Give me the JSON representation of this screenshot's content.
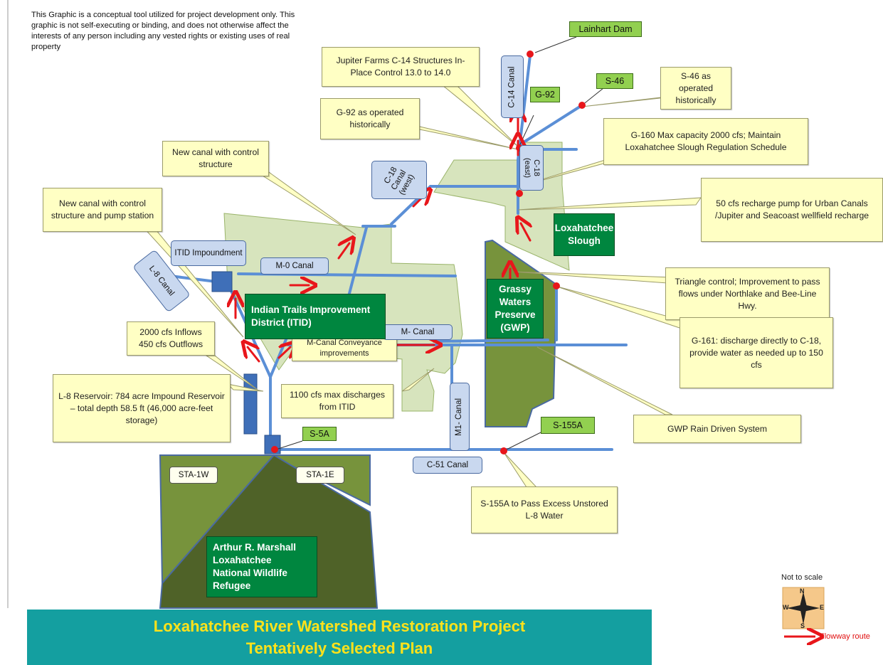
{
  "disclaimer": "This Graphic is a conceptual tool utilized for project development only. This graphic is not self-executing or binding, and does not otherwise affect the interests of any person including any vested rights or existing uses of real property",
  "callouts": {
    "jupiter_farms": "Jupiter Farms C-14 Structures In-Place Control 13.0 to 14.0",
    "s46_hist": "S-46 as operated historically",
    "g92_hist": "G-92 as operated historically",
    "g160": "G-160 Max capacity 2000 cfs; Maintain Loxahatchee Slough Regulation Schedule",
    "new_canal_cs": "New canal with control structure",
    "new_canal_pump": "New canal with control structure and pump station",
    "recharge_pump": "50 cfs recharge pump for Urban Canals /Jupiter and Seacoast wellfield recharge",
    "triangle": "Triangle control; Improvement to pass flows under Northlake and Bee-Line Hwy.",
    "g161": "G-161: discharge directly to C-18, provide water as needed up to 150 cfs",
    "inflows": "2000 cfs Inflows 450 cfs Outflows",
    "mcanal_conv": "M-Canal Conveyance improvements",
    "max_discharge": "1100 cfs max discharges from ITID",
    "l8_reservoir": "L-8 Reservoir: 784 acre Impound Reservoir – total depth 58.5 ft (46,000 acre-feet storage)",
    "gwp_rain": "GWP Rain Driven System",
    "s155a_pass": "S-155A to Pass Excess Unstored L-8 Water"
  },
  "structures": {
    "lainhart": "Lainhart Dam",
    "s46": "S-46",
    "g92": "G-92",
    "s5a": "S-5A",
    "s155a": "S-155A"
  },
  "canals": {
    "c14": "C-14 Canal",
    "c18_west": "C-18 Canal (west)",
    "c18_east_a": "C-18",
    "c18_east_b": "(east)",
    "itid_impound": "ITID Impoundment",
    "m0": "M-0 Canal",
    "l8": "L-8 Canal",
    "m": "M- Canal",
    "m1": "M1- Canal",
    "c51": "C-51 Canal"
  },
  "areas": {
    "slough": "Loxahatchee Slough",
    "itid": "Indian Trails Improvement District (ITID)",
    "gwp": "Grassy Waters Preserve (GWP)",
    "sta1w": "STA-1W",
    "sta1e": "STA-1E",
    "refuge": "Arthur R. Marshall Loxahatchee National Wildlife Refugee"
  },
  "title": {
    "line1": "Loxahatchee River Watershed Restoration Project",
    "line2": "Tentatively Selected Plan"
  },
  "scale_note": "Not to scale",
  "compass": {
    "n": "N",
    "s": "S",
    "e": "E",
    "w": "W"
  },
  "legend": {
    "flowway": "Flowway route"
  },
  "colors": {
    "canal_line": "#5b8fd6",
    "flow_arrow": "#e8161b",
    "structure_dot": "#e8161b",
    "light_green_area": "#d7e4bd",
    "olive_area": "#77933c",
    "dark_olive_area": "#4f6228",
    "label_green": "#00863f",
    "structure_tag": "#92d050",
    "callout_fill": "#ffffc4",
    "banner": "#149fa0",
    "banner_text": "#ffe21a"
  }
}
